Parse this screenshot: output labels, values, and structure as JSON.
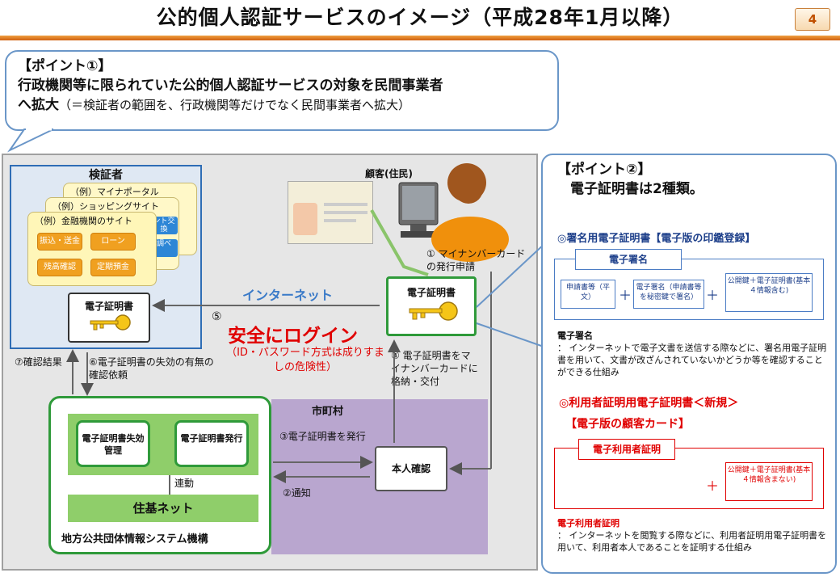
{
  "title": "公的個人認証サービスのイメージ（平成28年1月以降）",
  "page_number": "4",
  "point1": {
    "heading": "【ポイント①】",
    "line1": "行政機関等に限られていた公的個人認証サービスの対象を民間事業者",
    "line2_bold": "へ拡大",
    "line2_note": "（＝検証者の範囲を、行政機関等だけでなく民間事業者へ拡大）"
  },
  "verifier": {
    "title": "検証者",
    "sites": [
      "（例）マイナポータル",
      "（例）ショッピングサイト",
      "（例）金融機関のサイト"
    ],
    "bank_buttons": [
      "振込・送金",
      "ローン",
      "残高確認",
      "定期預金"
    ],
    "blue_buttons": [
      "ント交換",
      "調べ"
    ],
    "cert_label": "電子証明書"
  },
  "customer": {
    "label": "顧客(住民)",
    "step1": "① マイナンバーカードの発行申請",
    "cert_label": "電子証明書",
    "step4": "④ 電子証明書をマイナンバーカードに格納・交付"
  },
  "middle": {
    "internet": "インターネット",
    "step5": "⑤",
    "safe_login": "安全にログイン",
    "safe_note": "（ID・パスワード方式は成りすましの危険性）"
  },
  "flows": {
    "step7": "⑦確認結果",
    "step6": "⑥電子証明書の失効の有無の確認依頼",
    "step3": "③電子証明書を発行",
    "step2": "②通知",
    "renkei": "連動"
  },
  "jlis": {
    "box1": "電子証明書失効管理",
    "box2": "電子証明書発行",
    "juki": "住基ネット",
    "name": "地方公共団体情報システム機構"
  },
  "town": {
    "label": "市町村",
    "honnin": "本人確認"
  },
  "point2": {
    "heading": "【ポイント②】",
    "subheading": "電子証明書は2種類。",
    "sig_heading": "◎署名用電子証明書【電子版の印鑑登録】",
    "sig_tab": "電子署名",
    "sig_box1": "申請書等（平文）",
    "sig_box2": "電子署名（申請書等を秘密鍵で署名）",
    "sig_box3": "公開鍵＋電子証明書(基本４情報含む)",
    "sig_desc_title": "電子署名",
    "sig_desc": "： インターネットで電子文書を送信する際などに、署名用電子証明書を用いて、文書が改ざんされていないかどうか等を確認することができる仕組み",
    "user_heading": "◎利用者証明用電子証明書＜新規＞",
    "user_sub": "【電子版の顧客カード】",
    "user_tab": "電子利用者証明",
    "user_box": "公開鍵＋電子証明書(基本４情報含まない)",
    "user_desc_title": "電子利用者証明",
    "user_desc": "： インターネットを閲覧する際などに、利用者証明用電子証明書を用いて、利用者本人であることを証明する仕組み",
    "plus": "＋"
  },
  "colors": {
    "title_bar": "#e07a20",
    "accent_blue": "#2f6db5",
    "accent_red": "#e00000",
    "green": "#2f9a3a",
    "town_purple": "#b9a6cf"
  }
}
